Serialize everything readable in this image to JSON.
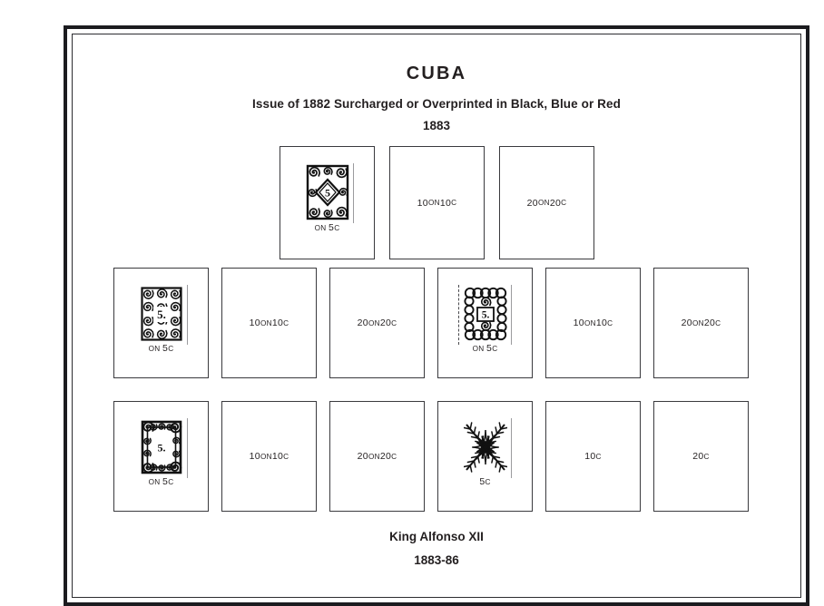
{
  "page": {
    "title": "CUBA",
    "subtitle": "Issue of 1882 Surcharged or Overprinted in Black, Blue or Red",
    "year": "1883",
    "footer_name": "King Alfonso XII",
    "footer_years": "1883-86"
  },
  "colors": {
    "ink": "#231f20",
    "frame": "#1b1b1f",
    "box_border": "#3a3a3e",
    "rule": "#9b9b9e",
    "background": "#ffffff"
  },
  "rows": [
    {
      "id": "row-1",
      "boxes": [
        {
          "kind": "illustrated",
          "art": "ornate-scroll-5-stamp-icon",
          "caption_pre": "ON ",
          "caption_num": "5",
          "caption_post": "C",
          "rule": "right"
        },
        {
          "kind": "empty",
          "num": "10",
          "mid": "ON",
          "den": "10",
          "unit": "C"
        },
        {
          "kind": "empty",
          "num": "20",
          "mid": "ON",
          "den": "20",
          "unit": "C"
        }
      ]
    },
    {
      "id": "row-2",
      "boxes": [
        {
          "kind": "illustrated",
          "art": "dense-filigree-5-stamp-icon",
          "caption_pre": "ON ",
          "caption_num": "5",
          "caption_post": "C",
          "rule": "right"
        },
        {
          "kind": "empty",
          "num": "10",
          "mid": "ON",
          "den": "10",
          "unit": "C"
        },
        {
          "kind": "empty",
          "num": "20",
          "mid": "ON",
          "den": "20",
          "unit": "C"
        },
        {
          "kind": "illustrated",
          "art": "boxed-5-filigree-stamp-icon",
          "caption_pre": "ON ",
          "caption_num": "5",
          "caption_post": "C",
          "rule": "both"
        },
        {
          "kind": "empty",
          "num": "10",
          "mid": "ON",
          "den": "10",
          "unit": "C"
        },
        {
          "kind": "empty",
          "num": "20",
          "mid": "ON",
          "den": "20",
          "unit": "C"
        }
      ]
    },
    {
      "id": "row-3",
      "boxes": [
        {
          "kind": "illustrated",
          "art": "scroll-border-5-stamp-icon",
          "caption_pre": "ON ",
          "caption_num": "5",
          "caption_post": "C",
          "rule": "right"
        },
        {
          "kind": "empty",
          "num": "10",
          "mid": "ON",
          "den": "10",
          "unit": "C"
        },
        {
          "kind": "empty",
          "num": "20",
          "mid": "ON",
          "den": "20",
          "unit": "C"
        },
        {
          "kind": "illustrated",
          "art": "starburst-flower-stamp-icon",
          "caption_pre": "",
          "caption_num": "5",
          "caption_post": "C",
          "rule": "right"
        },
        {
          "kind": "empty",
          "num": "",
          "mid": "",
          "den": "10",
          "unit": "C"
        },
        {
          "kind": "empty",
          "num": "",
          "mid": "",
          "den": "20",
          "unit": "C"
        }
      ]
    }
  ]
}
